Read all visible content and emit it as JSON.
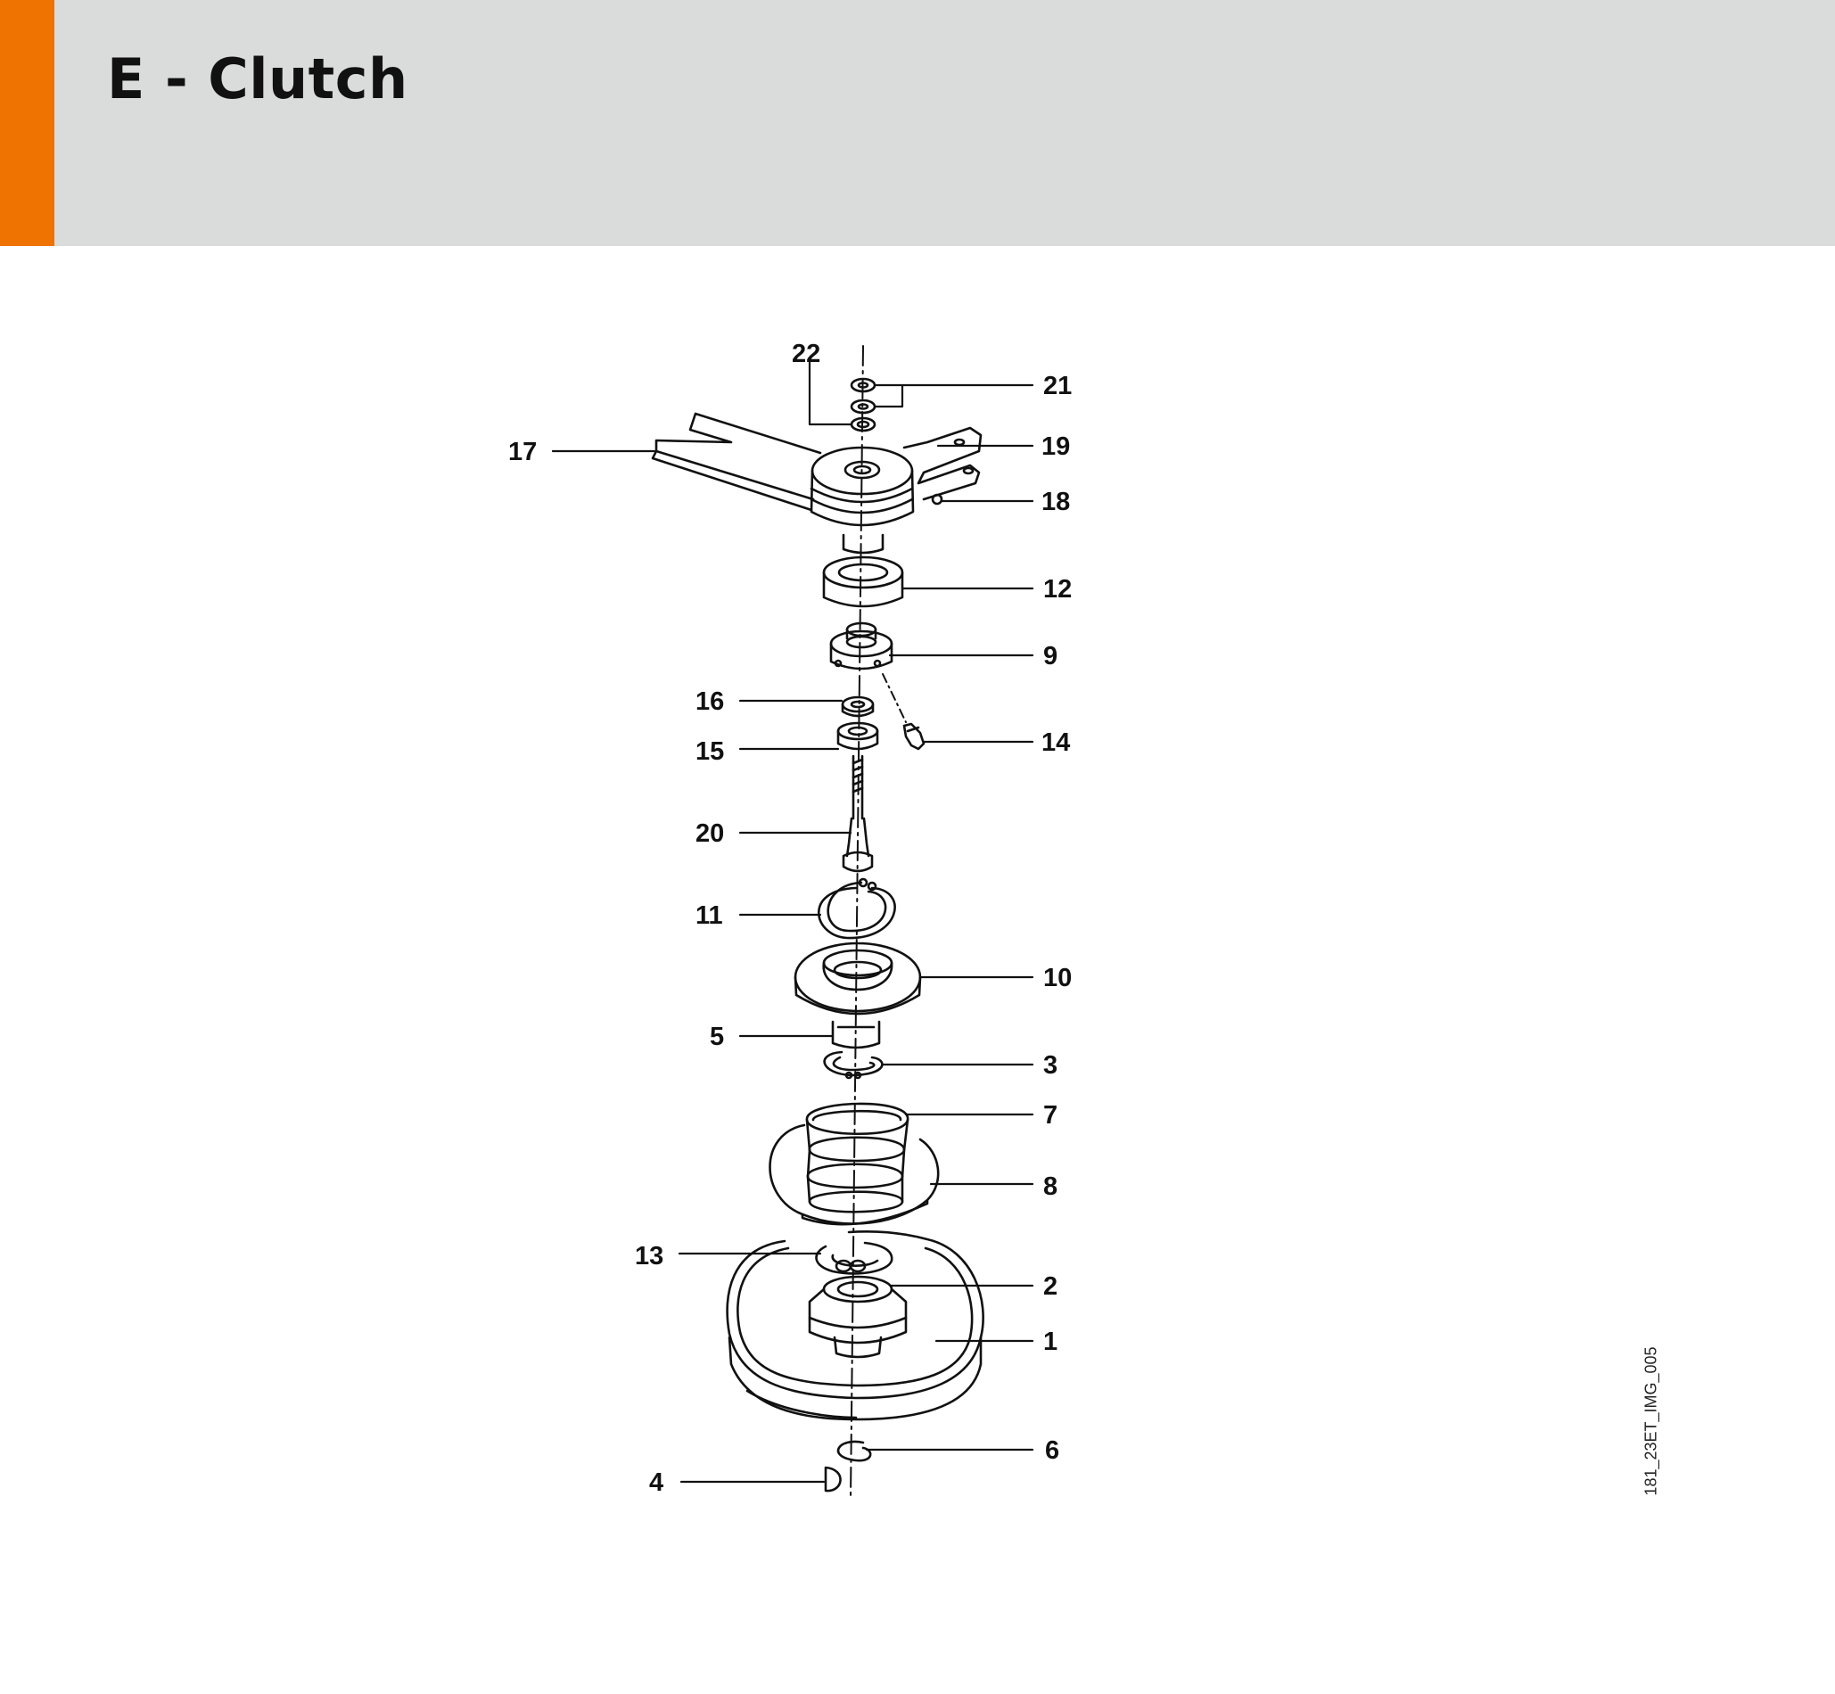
{
  "page": {
    "title": "E - Clutch",
    "image_code": "181_23ET_IMG_005",
    "accent_color": "#ef7300",
    "header_color": "#dadbdb"
  },
  "diagram": {
    "callouts": {
      "c1": "1",
      "c2": "2",
      "c3": "3",
      "c4": "4",
      "c5": "5",
      "c6": "6",
      "c7": "7",
      "c8": "8",
      "c9": "9",
      "c10": "10",
      "c11": "11",
      "c12": "12",
      "c13": "13",
      "c14": "14",
      "c15": "15",
      "c16": "16",
      "c17": "17",
      "c18": "18",
      "c19": "19",
      "c20": "20",
      "c21": "21",
      "c22": "22"
    }
  }
}
